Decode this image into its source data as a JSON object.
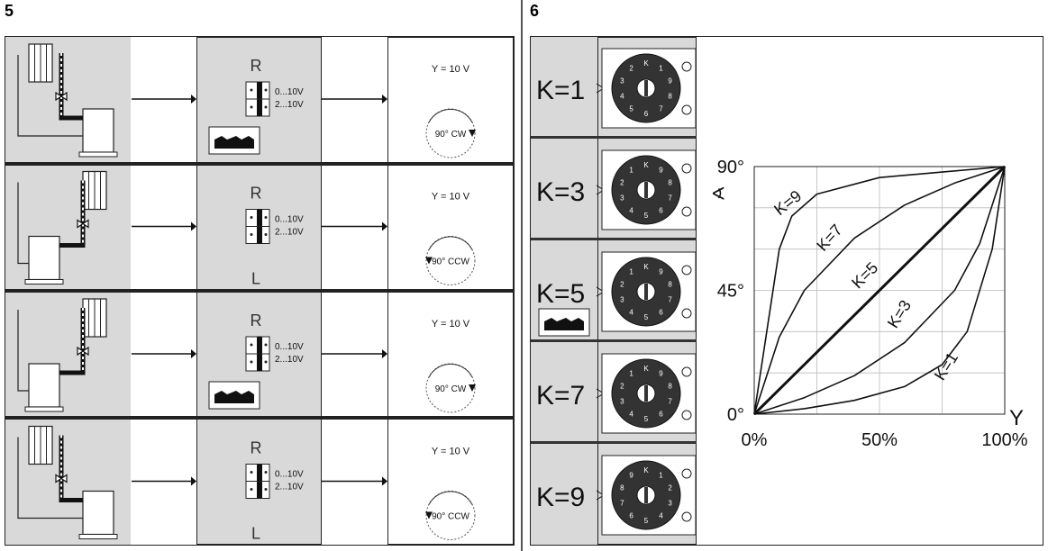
{
  "figure5": {
    "number": "5",
    "rows": [
      {
        "top_letter": "R",
        "bottom_letter": "",
        "switch_labels": [
          "0...10V",
          "2...10V"
        ],
        "signal": "Y = 10 V",
        "rotation": "90° CW",
        "has_actuator_icon": true
      },
      {
        "top_letter": "R",
        "bottom_letter": "L",
        "switch_labels": [
          "0...10V",
          "2...10V"
        ],
        "signal": "Y = 10 V",
        "rotation": "90° CCW",
        "has_actuator_icon": false
      },
      {
        "top_letter": "R",
        "bottom_letter": "",
        "switch_labels": [
          "0...10V",
          "2...10V"
        ],
        "signal": "Y = 10 V",
        "rotation": "90° CW",
        "has_actuator_icon": true
      },
      {
        "top_letter": "R",
        "bottom_letter": "L",
        "switch_labels": [
          "0...10V",
          "2...10V"
        ],
        "signal": "Y = 10 V",
        "rotation": "90° CCW",
        "has_actuator_icon": false
      }
    ]
  },
  "figure6": {
    "number": "6",
    "dials": [
      {
        "label": "K=1",
        "digits": [
          "K",
          "1",
          "9",
          "8",
          "7",
          "6",
          "5",
          "4",
          "3",
          "2"
        ]
      },
      {
        "label": "K=3",
        "digits": [
          "K",
          "9",
          "8",
          "7",
          "6",
          "5",
          "4",
          "3",
          "2",
          "1"
        ]
      },
      {
        "label": "K=5",
        "digits": [
          "K",
          "9",
          "8",
          "7",
          "6",
          "5",
          "4",
          "3",
          "2",
          "1"
        ]
      },
      {
        "label": "K=7",
        "digits": [
          "K",
          "9",
          "8",
          "7",
          "6",
          "5",
          "4",
          "3",
          "2",
          "1"
        ]
      },
      {
        "label": "K=9",
        "digits": [
          "K",
          "1",
          "2",
          "3",
          "4",
          "5",
          "6",
          "7",
          "8",
          "9"
        ]
      }
    ]
  },
  "chart_data": {
    "type": "line",
    "xlabel": "Y",
    "ylabel": "∢",
    "x_ticks": [
      "0%",
      "50%",
      "100%"
    ],
    "y_ticks": [
      "0°",
      "45°",
      "90°"
    ],
    "xlim": [
      0,
      100
    ],
    "ylim": [
      0,
      90
    ],
    "grid": true,
    "series": [
      {
        "name": "K=1",
        "x": [
          0,
          20,
          40,
          60,
          75,
          85,
          95,
          100
        ],
        "y": [
          0,
          2,
          5,
          10,
          18,
          30,
          60,
          90
        ]
      },
      {
        "name": "K=3",
        "x": [
          0,
          20,
          40,
          60,
          80,
          90,
          100
        ],
        "y": [
          0,
          6,
          14,
          26,
          45,
          62,
          90
        ]
      },
      {
        "name": "K=5",
        "x": [
          0,
          50,
          100
        ],
        "y": [
          0,
          45,
          90
        ]
      },
      {
        "name": "K=7",
        "x": [
          0,
          10,
          20,
          40,
          60,
          80,
          100
        ],
        "y": [
          0,
          28,
          45,
          64,
          76,
          84,
          90
        ]
      },
      {
        "name": "K=9",
        "x": [
          0,
          5,
          10,
          15,
          25,
          50,
          75,
          100
        ],
        "y": [
          0,
          30,
          60,
          72,
          80,
          86,
          88,
          90
        ]
      }
    ]
  }
}
